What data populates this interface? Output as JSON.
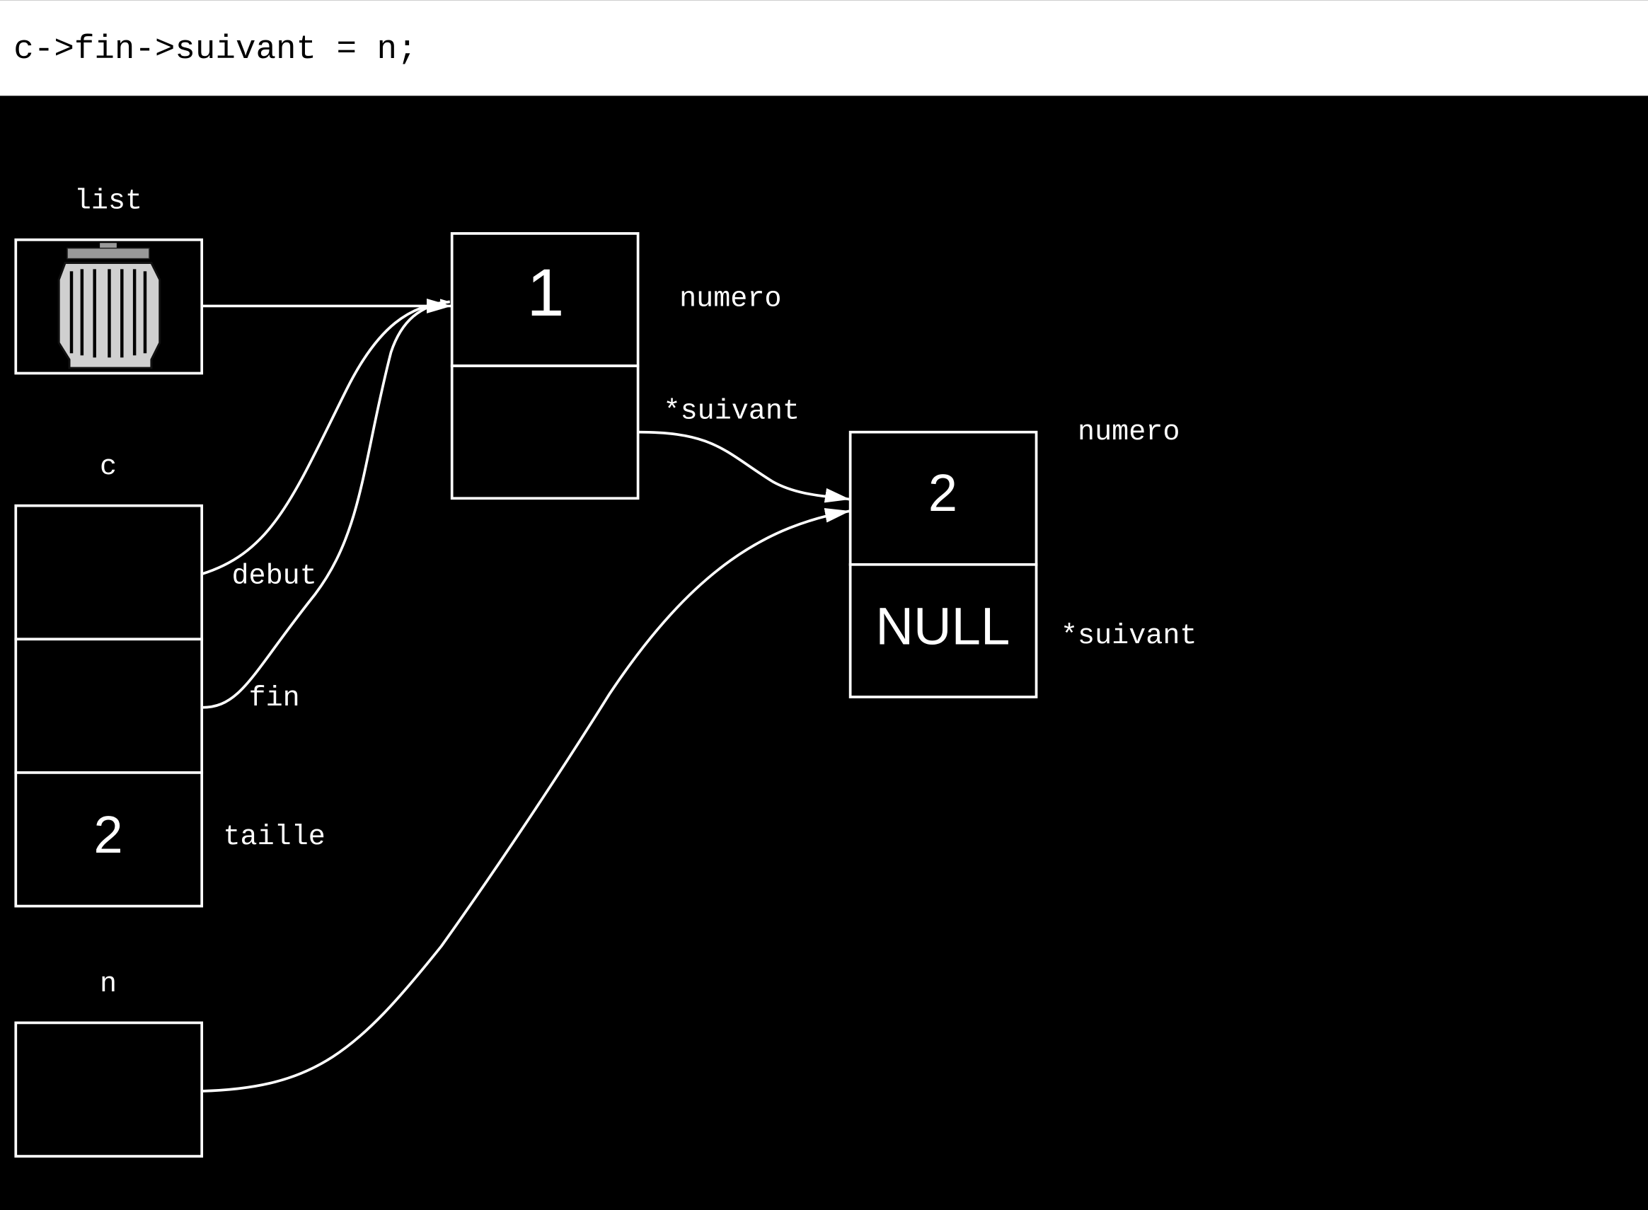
{
  "header": {
    "code_line": "c->fin->suivant = n;"
  },
  "colors": {
    "header_bg": "#ffffff",
    "canvas_bg": "#000000",
    "stroke": "#ffffff"
  },
  "variables": {
    "list": {
      "label": "list",
      "icon": "trash-can-icon"
    },
    "c": {
      "label": "c",
      "fields": {
        "debut": "debut",
        "fin": "fin",
        "taille": "taille"
      },
      "taille_value": "2"
    },
    "n": {
      "label": "n"
    }
  },
  "nodes": [
    {
      "numero_value": "1",
      "numero_label": "numero",
      "suivant_label": "*suivant",
      "suivant_value": ""
    },
    {
      "numero_value": "2",
      "numero_label": "numero",
      "suivant_label": "*suivant",
      "suivant_value": "NULL"
    }
  ]
}
